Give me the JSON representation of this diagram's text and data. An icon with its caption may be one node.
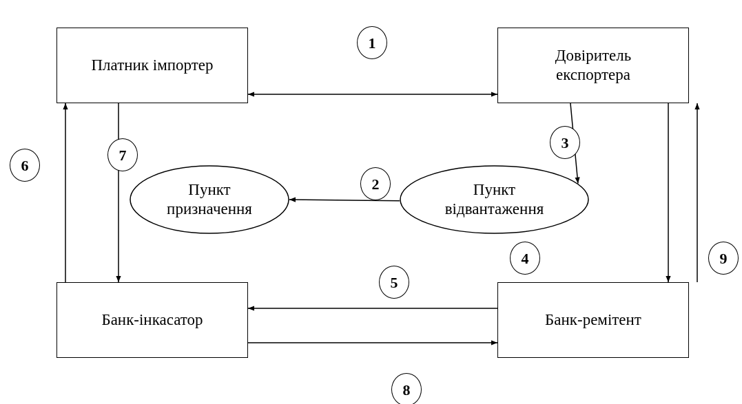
{
  "diagram": {
    "nodes": [
      {
        "text": [
          "Платник імпортер"
        ]
      },
      {
        "text": [
          "Довіритель експортера"
        ]
      },
      {
        "text": [
          "Пункт призначення"
        ]
      },
      {
        "text": [
          "Пункт відвантаження"
        ]
      },
      {
        "text": [
          "Банк-інкасатор"
        ]
      },
      {
        "text": [
          "Банк-ремітент"
        ]
      }
    ],
    "edges": [
      {
        "from": 0,
        "to": 1,
        "arrow": "both"
      },
      {
        "from": 1,
        "to": 3,
        "arrow": "to"
      },
      {
        "from": 3,
        "to": 2,
        "arrow": "to"
      },
      {
        "from": 1,
        "to": 5,
        "arrow": "to"
      },
      {
        "from": 5,
        "to": 1,
        "arrow": "to"
      },
      {
        "from": 4,
        "to": 0,
        "arrow": "to"
      },
      {
        "from": 0,
        "to": 4,
        "arrow": "to"
      },
      {
        "from": 5,
        "to": 4,
        "arrow": "to"
      },
      {
        "from": 4,
        "to": 5,
        "arrow": "to"
      }
    ],
    "labels": [
      "1",
      "3",
      "7",
      "6",
      "2",
      "4",
      "9",
      "5",
      "8"
    ]
  }
}
